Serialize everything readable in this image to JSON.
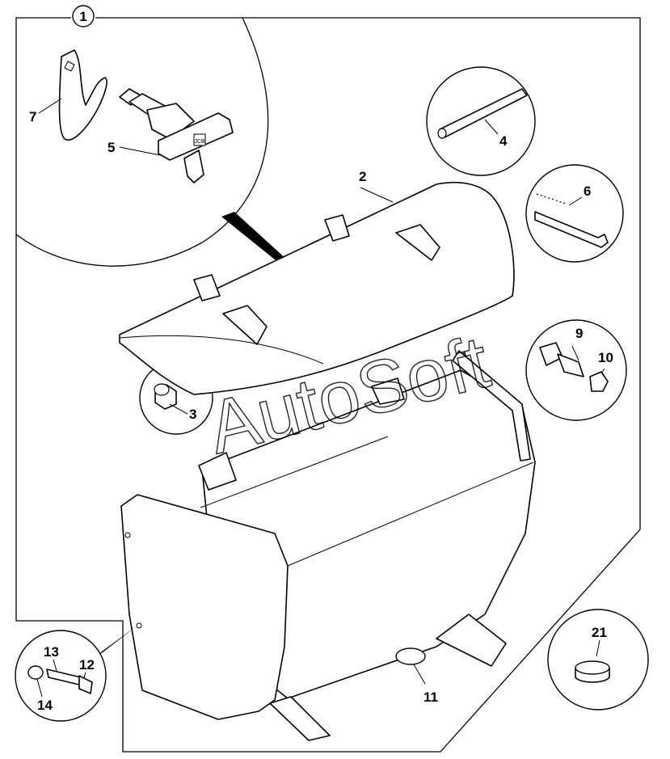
{
  "watermark": "AutoSoft",
  "callouts": {
    "c1": "1",
    "c2": "2",
    "c3": "3",
    "c4": "4",
    "c5": "5",
    "c6": "6",
    "c7": "7",
    "c9": "9",
    "c10": "10",
    "c11": "11",
    "c12": "12",
    "c13": "13",
    "c14": "14",
    "c21": "21"
  },
  "latch_badge": "JCB"
}
